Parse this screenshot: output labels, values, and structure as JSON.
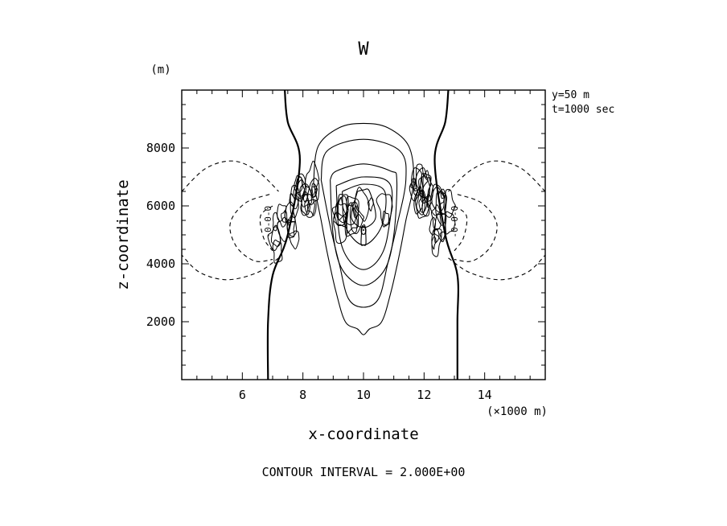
{
  "chart_data": {
    "type": "contour",
    "title": "W",
    "xlabel": "x-coordinate",
    "ylabel": "z-coordinate",
    "x_unit": "(×1000 m)",
    "y_unit": "(m)",
    "xlim": [
      4,
      16
    ],
    "ylim": [
      0,
      10000
    ],
    "x_ticks": [
      6,
      8,
      10,
      12,
      14
    ],
    "y_ticks": [
      2000,
      4000,
      6000,
      8000
    ],
    "annotation_lines": [
      "y=50 m",
      "t=1000 sec"
    ],
    "contour_interval_text": "CONTOUR INTERVAL = 2.000E+00",
    "center_label": "0",
    "side_labels": [
      "-0-0-0",
      "-0-0-0"
    ],
    "contours": {
      "zero": [
        [
          [
            7.4,
            10000
          ],
          [
            7.5,
            8900
          ],
          [
            7.9,
            7600
          ],
          [
            7.5,
            5000
          ],
          [
            7.0,
            3600
          ],
          [
            6.85,
            2000
          ],
          [
            6.85,
            0
          ]
        ],
        [
          [
            12.8,
            10000
          ],
          [
            12.7,
            8900
          ],
          [
            12.35,
            7600
          ],
          [
            12.7,
            5000
          ],
          [
            13.1,
            3600
          ],
          [
            13.1,
            2000
          ],
          [
            13.1,
            0
          ]
        ]
      ],
      "positive": [
        [
          [
            8.35,
            6800
          ],
          [
            8.5,
            8050
          ],
          [
            9.2,
            8700
          ],
          [
            10.0,
            8850
          ],
          [
            10.8,
            8700
          ],
          [
            11.5,
            8050
          ],
          [
            11.65,
            6800
          ],
          [
            11.4,
            5500
          ],
          [
            11.2,
            4400
          ],
          [
            10.9,
            3000
          ],
          [
            10.6,
            2000
          ],
          [
            10.2,
            1750
          ],
          [
            10.0,
            1550
          ],
          [
            9.8,
            1750
          ],
          [
            9.4,
            2000
          ],
          [
            9.1,
            3000
          ],
          [
            8.8,
            4400
          ],
          [
            8.6,
            5500
          ],
          [
            8.35,
            6800
          ]
        ],
        [
          [
            8.6,
            6900
          ],
          [
            8.8,
            7900
          ],
          [
            10.0,
            8300
          ],
          [
            11.2,
            7900
          ],
          [
            11.4,
            6900
          ],
          [
            11.1,
            5300
          ],
          [
            10.8,
            4000
          ],
          [
            10.5,
            2800
          ],
          [
            10.0,
            2500
          ],
          [
            9.5,
            2800
          ],
          [
            9.2,
            4000
          ],
          [
            8.9,
            5300
          ],
          [
            8.6,
            6900
          ]
        ],
        [
          [
            8.9,
            6900
          ],
          [
            9.1,
            7200
          ],
          [
            10.0,
            7450
          ],
          [
            10.9,
            7200
          ],
          [
            11.1,
            6900
          ],
          [
            11.0,
            5000
          ],
          [
            10.7,
            3800
          ],
          [
            10.0,
            3250
          ],
          [
            9.3,
            3800
          ],
          [
            9.0,
            5000
          ],
          [
            8.9,
            6900
          ]
        ],
        [
          [
            9.1,
            6700
          ],
          [
            10.0,
            7000
          ],
          [
            10.9,
            6700
          ],
          [
            10.8,
            5000
          ],
          [
            10.5,
            4150
          ],
          [
            10.0,
            3800
          ],
          [
            9.5,
            4150
          ],
          [
            9.2,
            5000
          ],
          [
            9.1,
            6700
          ]
        ],
        [
          [
            9.3,
            6500
          ],
          [
            10.0,
            6750
          ],
          [
            10.7,
            6500
          ],
          [
            10.6,
            5300
          ],
          [
            10.0,
            4650
          ],
          [
            9.4,
            5300
          ],
          [
            9.3,
            6500
          ]
        ],
        [
          [
            9.8,
            6500
          ],
          [
            10.0,
            6550
          ],
          [
            10.2,
            6500
          ],
          [
            10.4,
            5600
          ],
          [
            10.0,
            5250
          ],
          [
            9.6,
            5600
          ],
          [
            9.8,
            6500
          ]
        ],
        [
          [
            9.95,
            5300
          ],
          [
            10.05,
            5300
          ],
          [
            10.08,
            4700
          ],
          [
            10.0,
            4650
          ],
          [
            9.92,
            4700
          ],
          [
            9.95,
            5300
          ]
        ]
      ],
      "negative": [
        [
          [
            4.0,
            6500
          ],
          [
            4.8,
            7300
          ],
          [
            5.7,
            7550
          ],
          [
            6.5,
            7200
          ],
          [
            7.2,
            6500
          ]
        ],
        [
          [
            7.2,
            4200
          ],
          [
            6.5,
            3700
          ],
          [
            5.5,
            3450
          ],
          [
            4.6,
            3700
          ],
          [
            4.0,
            4300
          ]
        ],
        [
          [
            6.9,
            6400
          ],
          [
            6.1,
            6100
          ],
          [
            5.6,
            5400
          ],
          [
            5.8,
            4600
          ],
          [
            6.4,
            4100
          ],
          [
            7.0,
            4150
          ]
        ],
        [
          [
            7.0,
            6000
          ],
          [
            6.6,
            5650
          ],
          [
            6.7,
            4900
          ],
          [
            7.0,
            4450
          ]
        ],
        [
          [
            16.0,
            6500
          ],
          [
            15.2,
            7300
          ],
          [
            14.3,
            7550
          ],
          [
            13.5,
            7200
          ],
          [
            12.8,
            6500
          ]
        ],
        [
          [
            12.8,
            4200
          ],
          [
            13.5,
            3700
          ],
          [
            14.5,
            3450
          ],
          [
            15.4,
            3700
          ],
          [
            16.0,
            4300
          ]
        ],
        [
          [
            13.1,
            6400
          ],
          [
            13.9,
            6100
          ],
          [
            14.4,
            5400
          ],
          [
            14.2,
            4600
          ],
          [
            13.6,
            4100
          ],
          [
            13.0,
            4150
          ]
        ],
        [
          [
            13.0,
            6000
          ],
          [
            13.4,
            5650
          ],
          [
            13.3,
            4900
          ],
          [
            13.0,
            4450
          ]
        ]
      ],
      "noisy_regions": [
        {
          "x": 7.4,
          "z": 5500,
          "rx": 0.45,
          "rz": 1300
        },
        {
          "x": 8.1,
          "z": 6400,
          "rx": 0.35,
          "rz": 650
        },
        {
          "x": 12.6,
          "z": 5500,
          "rx": 0.45,
          "rz": 1300
        },
        {
          "x": 11.9,
          "z": 6400,
          "rx": 0.35,
          "rz": 650
        },
        {
          "x": 10.0,
          "z": 5600,
          "rx": 1.0,
          "rz": 650
        }
      ]
    }
  }
}
